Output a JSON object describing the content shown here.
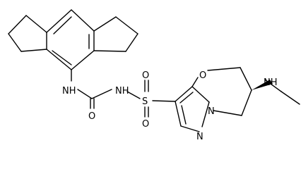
{
  "molecule": {
    "atom_labels": {
      "nh_urea_left": "NH",
      "nh_urea_right": "NH",
      "o_carbonyl": "O",
      "s_sulfonyl": "S",
      "o_sulfonyl_top": "O",
      "o_sulfonyl_bottom": "O",
      "o_ring": "O",
      "n_bridge": "N",
      "n_pyrazole": "N",
      "nh_methylamino": "NH"
    }
  }
}
